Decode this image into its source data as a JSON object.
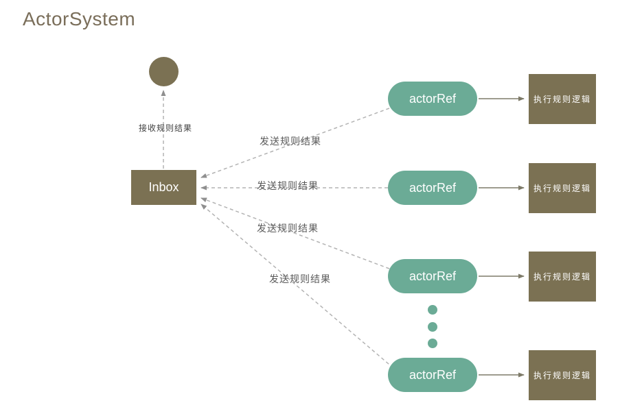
{
  "title": "ActorSystem",
  "colors": {
    "node_olive": "#7b7153",
    "node_green": "#6bab96",
    "dashed_line": "#b3b3b3",
    "solid_line": "#7d7a68",
    "label_text": "#595959",
    "title_text": "#7a6e5a"
  },
  "inbox": {
    "label": "Inbox"
  },
  "labels": {
    "receive": "接收规则结果",
    "send": "发送规则结果"
  },
  "actor_refs": [
    {
      "label": "actorRef"
    },
    {
      "label": "actorRef"
    },
    {
      "label": "actorRef"
    },
    {
      "label": "actorRef"
    }
  ],
  "exec_boxes": [
    {
      "label": "执行规则逻辑"
    },
    {
      "label": "执行规则逻辑"
    },
    {
      "label": "执行规则逻辑"
    },
    {
      "label": "执行规则逻辑"
    }
  ]
}
